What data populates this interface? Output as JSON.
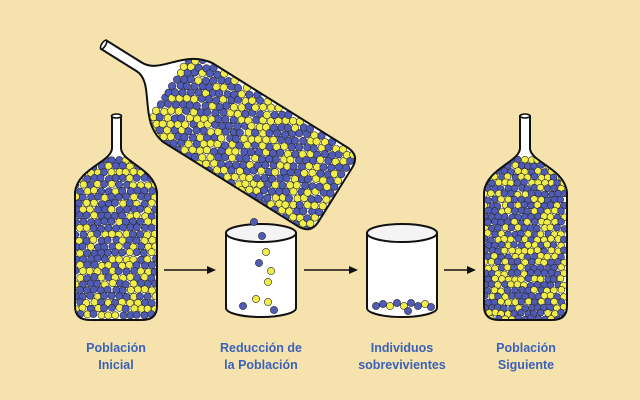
{
  "stages": [
    {
      "id": "initial",
      "line1": "Población",
      "line2": "Inicial"
    },
    {
      "id": "reduction",
      "line1": "Reducción de",
      "line2": "la Población"
    },
    {
      "id": "survivors",
      "line1": "Individuos",
      "line2": "sobrevivientes"
    },
    {
      "id": "next",
      "line1": "Población",
      "line2": "Siguiente"
    }
  ],
  "colors": {
    "background": "#f5e2ad",
    "blue_bead": "#4f5bb6",
    "yellow_bead": "#f1ee4a",
    "label_text": "#3b62b8",
    "outline": "#111111"
  }
}
